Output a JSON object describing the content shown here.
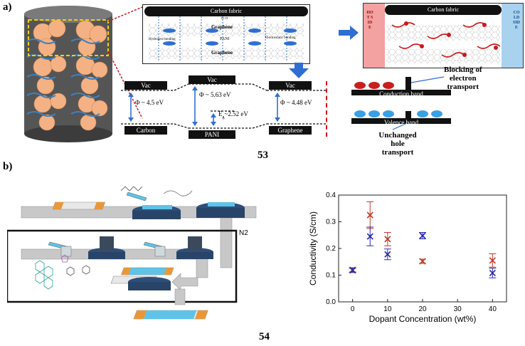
{
  "panel_a": {
    "label": "a)",
    "fabric_top_label": "Carbon fabric",
    "pi_pi_label": "π–π",
    "graphene_top_label": "Graphene",
    "hydrogen_bonding_label": "Hydrogen bonding",
    "pani_label": "PANI",
    "electrostatic_bonding_label": "Electrostatic bonding",
    "graphene_bottom_label": "Graphene",
    "right_fabric_label": "Carbon fabric",
    "hot_side_label": "HOT SIDE",
    "cold_side_label": "COLD SIDE",
    "vac_left": "Vac",
    "vac_center": "Vac",
    "vac_right": "Vac",
    "phi_left": "Φ ~ 4.5 eV",
    "phi_center": "Φ ~ 5.63 eV",
    "phi_right": "Φ ~ 4.48 eV",
    "eg_label": "E",
    "eg_sub": "g",
    "eg_value": "~2.52 eV",
    "carbon_label": "Carbon",
    "pani_bottom_label": "PANI",
    "graphene_band_label": "Graphene",
    "blocking_label_line1": "Blocking of",
    "blocking_label_line2": "electron",
    "blocking_label_line3": "transport",
    "conduction_band_label": "Conduction band",
    "valence_band_label": "Valence band",
    "unchanged_line1": "Unchanged",
    "unchanged_line2": "hole",
    "unchanged_line3": "transport",
    "fig_number": "53"
  },
  "panel_b": {
    "label": "b)",
    "n2_label": "N2",
    "fig_number": "54"
  },
  "colors": {
    "accent_blue": "#2f6fd3",
    "red_series": "#c0392b",
    "blue_series": "#2b2bb0",
    "orange_strip": "#e8983a",
    "cyan_film": "#5fc3e8"
  },
  "chart_data": {
    "type": "scatter",
    "xlabel": "Dopant Concentration (wt%)",
    "ylabel": "Conductivity (S/cm)",
    "xlim": [
      -4,
      44
    ],
    "ylim": [
      0.0,
      0.4
    ],
    "xticks": [
      "0",
      "10",
      "20",
      "30",
      "40"
    ],
    "xtick_values": [
      0,
      10,
      20,
      30,
      40
    ],
    "yticks": [
      "0.0",
      "0.1",
      "0.2",
      "0.3",
      "0.4"
    ],
    "ytick_values": [
      0.0,
      0.1,
      0.2,
      0.3,
      0.4
    ],
    "grid": false,
    "series": [
      {
        "color": "#c0392b",
        "x": [
          0,
          5,
          10,
          20,
          40
        ],
        "y": [
          0.12,
          0.325,
          0.235,
          0.152,
          0.155
        ],
        "err": [
          0.008,
          0.05,
          0.025,
          0.008,
          0.025
        ]
      },
      {
        "color": "#2b2bb0",
        "x": [
          0,
          5,
          10,
          20,
          40
        ],
        "y": [
          0.118,
          0.245,
          0.178,
          0.248,
          0.108
        ],
        "err": [
          0.008,
          0.035,
          0.02,
          0.012,
          0.018
        ]
      }
    ]
  }
}
